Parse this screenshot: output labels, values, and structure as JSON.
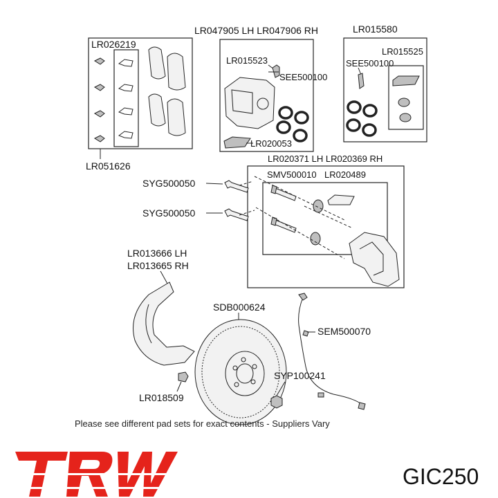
{
  "labels": {
    "pad_kit": "LR026219",
    "caliper": "LR047905 LH LR047906 RH",
    "rear_kit": "LR015580",
    "caliper_bolt": "LR015523",
    "see_ref_a": "SEE500100",
    "see_ref_b": "SEE500100",
    "piston_pad": "LR020053",
    "slide_pad": "LR015525",
    "pad_set": "LR051626",
    "carrier": "LR020371 LH LR020369 RH",
    "guide_bolt": "SMV500010",
    "boot_kit": "LR020489",
    "bolt_upper": "SYG500050",
    "bolt_lower": "SYG500050",
    "shield_lh": "LR013666 LH",
    "shield_rh": "LR013665 RH",
    "disc": "SDB000624",
    "sensor": "SEM500070",
    "disc_screw": "SYP100241",
    "shield_bolt": "LR018509"
  },
  "note": "Please see different pad sets for exact contents - Suppliers Vary",
  "brand": {
    "name": "TRW",
    "color": "#e5231b"
  },
  "product_code": "GIC250"
}
